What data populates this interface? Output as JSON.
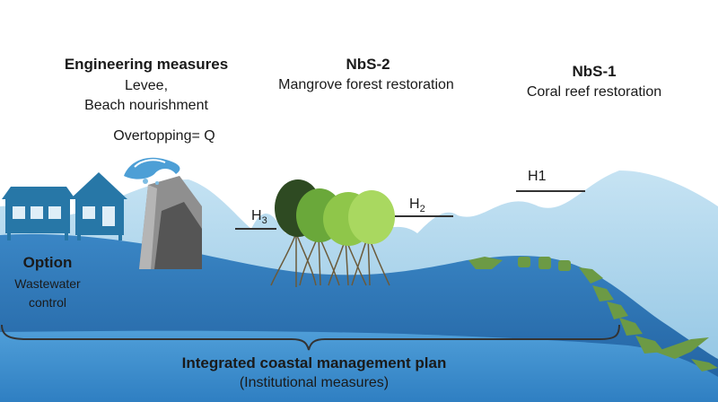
{
  "labels": {
    "engineering": {
      "title": "Engineering measures",
      "line1": "Levee,",
      "line2": "Beach nourishment",
      "overtopping": "Overtopping= Q"
    },
    "nbs2": {
      "title": "NbS-2",
      "subtitle": "Mangrove forest restoration"
    },
    "nbs1": {
      "title": "NbS-1",
      "subtitle": "Coral reef restoration"
    },
    "h1": "H",
    "h1_sub": "1",
    "h2": "H",
    "h2_sub": "2",
    "h3": "H",
    "h3_sub": "3",
    "option": {
      "title": "Option",
      "line1": "Wastewater",
      "line2": "control"
    },
    "plan": {
      "title": "Integrated coastal management plan",
      "subtitle": "(Institutional measures)"
    }
  },
  "colors": {
    "deep_sea": "#2a6fb0",
    "sea_band": "#3f90cf",
    "wave_light": "#a9d3ea",
    "house": "#2777a7",
    "levee": "#8a8a8a",
    "mangrove_dark": "#2e4a22",
    "mangrove_mid": "#6aa83a",
    "mangrove_light": "#a9d860",
    "coral": "#6c9a45"
  }
}
